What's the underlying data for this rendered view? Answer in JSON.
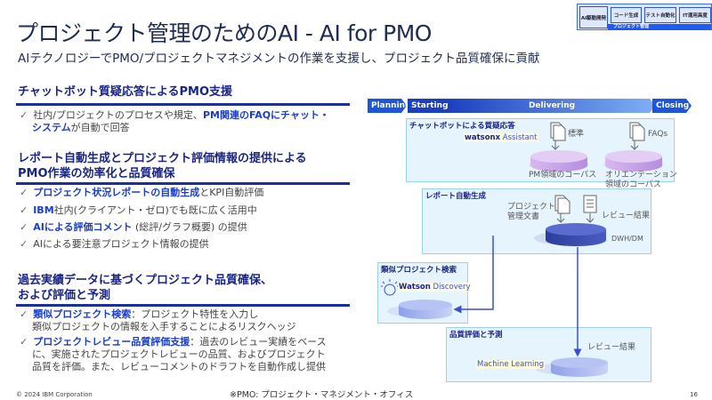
{
  "header": {
    "title": "プロジェクト管理のためのAI  - AI for PMO",
    "subtitle": "AIテクノロジーでPMO/プロジェクトマネジメントの作業を支援し、プロジェクト品質確保に貢献"
  },
  "nav": {
    "items": [
      "AI駆動開発",
      "コード生成",
      "テスト自動化",
      "IT運用高度"
    ],
    "active_group": "プロジェクト管理"
  },
  "sections": [
    {
      "heading": [
        "チャットボット質疑応答によるPMO支援"
      ],
      "bullets": [
        {
          "parts": [
            {
              "t": "社内/プロジェクトのプロセスや規定、"
            },
            {
              "t": "PM関連のFAQにチャット・",
              "em": true
            }
          ],
          "cont": [
            {
              "t": "システム",
              "em": true
            },
            {
              "t": "が自動で回答"
            }
          ]
        }
      ]
    },
    {
      "heading": [
        "レポート自動生成とプロジェクト評価情報の提供による",
        "PMO作業の効率化と品質確保"
      ],
      "bullets": [
        {
          "parts": [
            {
              "t": "プロジェクト状況レポートの自動生成",
              "em": true
            },
            {
              "t": "とKPI自動評価"
            }
          ]
        },
        {
          "parts": [
            {
              "t": "IBM",
              "em": true
            },
            {
              "t": "社内(クライアント・ゼロ)でも既に広く活用中"
            }
          ]
        },
        {
          "parts": [
            {
              "t": "AIによる評価コメント",
              "em": true
            },
            {
              "t": " (総評/グラフ概要) の提供"
            }
          ]
        },
        {
          "parts": [
            {
              "t": "AIによる要注意プロジェクト情報の提供"
            }
          ]
        }
      ]
    },
    {
      "heading": [
        "過去実績データに基づくプロジェクト品質確保、",
        "および評価と予測"
      ],
      "bullets": [
        {
          "parts": [
            {
              "t": "類似プロジェクト検索",
              "em": true
            },
            {
              "t": "：プロジェクト特性を入力し"
            }
          ],
          "cont": [
            {
              "t": "類似プロジェクトの情報を入手することによるリスクヘッジ"
            }
          ]
        },
        {
          "parts": [
            {
              "t": "プロジェクトレビュー品質評価支援",
              "em": true
            },
            {
              "t": "：過去のレビュー実績をベース"
            }
          ],
          "cont": [
            {
              "t": "に、実施されたプロジェクトレビューの品質、およびプロジェクト"
            }
          ],
          "cont2": [
            {
              "t": "品質を評価。また、レビューコメントのドラフトを自動作成し提供"
            }
          ]
        }
      ]
    }
  ],
  "diagram": {
    "phases": [
      "Planning",
      "Starting",
      "Delivering",
      "Closing"
    ],
    "chatbot": {
      "title": "チャットボットによる質疑応答",
      "product_bold": "watsonx",
      "product": " Assistant",
      "doc1": "標準",
      "doc2": "FAQs",
      "corpus1": "PM領域のコーパス",
      "corpus2a": "オリエンテーション",
      "corpus2b": "領域のコーパス"
    },
    "report": {
      "title": "レポート自動生成",
      "doc1a": "プロジェクト",
      "doc1b": "管理文書",
      "doc2": "レビュー結果",
      "db": "DWH/DM"
    },
    "similar": {
      "title": "類似プロジェクト検索",
      "product_bold": "Watson",
      "product": " Discovery"
    },
    "quality": {
      "title": "品質評価と予測",
      "review": "レビュー結果",
      "product": "Machine Learning"
    }
  },
  "footer": {
    "copyright": "© 2024 IBM Corporation",
    "note": "※PMO: プロジェクト・マネジメント・オフィス",
    "page": "16"
  }
}
